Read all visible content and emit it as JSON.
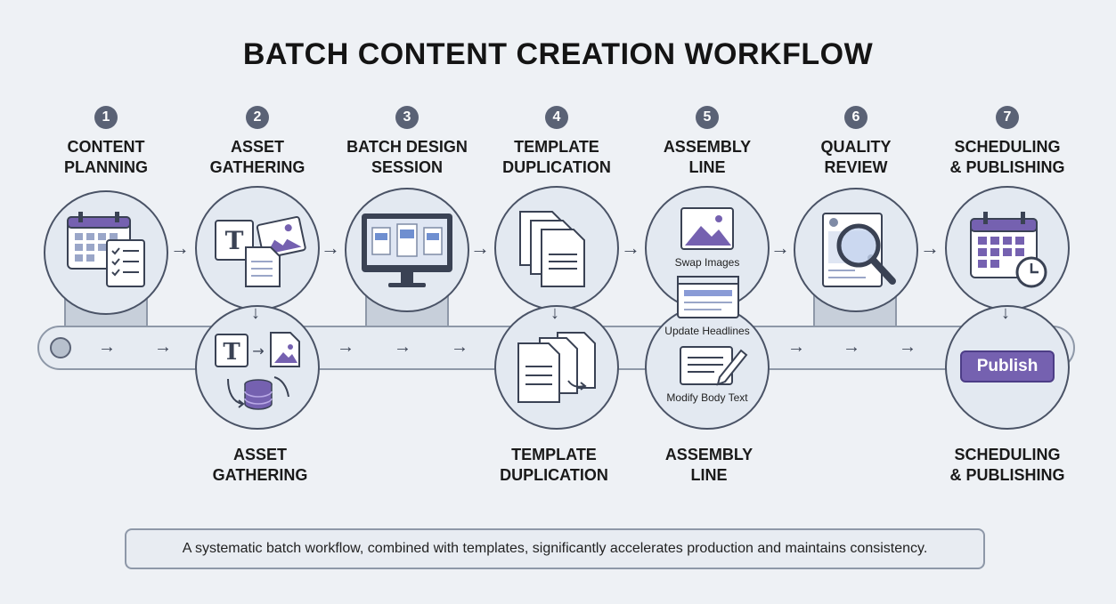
{
  "title": "BATCH CONTENT CREATION WORKFLOW",
  "steps": [
    {
      "num": "1",
      "label": "CONTENT\nPLANNING"
    },
    {
      "num": "2",
      "label": "ASSET\nGATHERING"
    },
    {
      "num": "3",
      "label": "BATCH DESIGN\nSESSION"
    },
    {
      "num": "4",
      "label": "TEMPLATE\nDUPLICATION"
    },
    {
      "num": "5",
      "label": "ASSEMBLY\nLINE"
    },
    {
      "num": "6",
      "label": "QUALITY\nREVIEW"
    },
    {
      "num": "7",
      "label": "SCHEDULING\n& PUBLISHING"
    }
  ],
  "bottom_labels": [
    "ASSET\nGATHERING",
    "TEMPLATE\nDUPLICATION",
    "ASSEMBLY\nLINE",
    "SCHEDULING\n& PUBLISHING"
  ],
  "assembly_tasks": {
    "swap_images": "Swap Images",
    "update_headlines": "Update Headlines",
    "modify_body_text": "Modify\nBody Text"
  },
  "publish_button": "Publish",
  "icon_letter": "T",
  "footer_note": "A systematic batch workflow, combined with templates, significantly accelerates production and maintains consistency.",
  "colors": {
    "background": "#eef1f5",
    "circle_fill": "#e3e9f1",
    "accent_purple": "#7561b0",
    "badge": "#5a6275",
    "outline": "#4a5366"
  }
}
